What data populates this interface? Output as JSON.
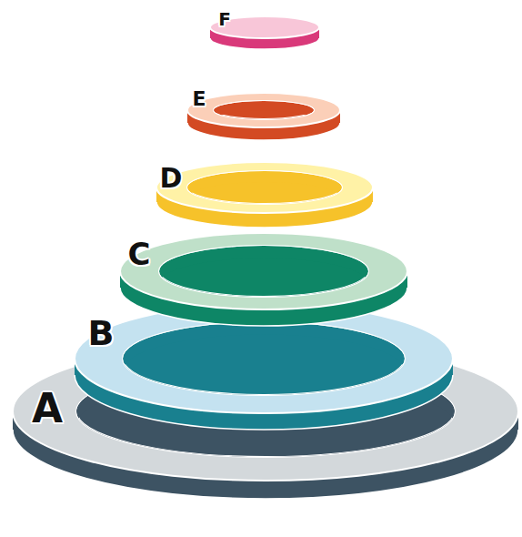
{
  "diagram": {
    "labels": [
      "F",
      "E",
      "D",
      "C",
      "B",
      "A"
    ]
  }
}
